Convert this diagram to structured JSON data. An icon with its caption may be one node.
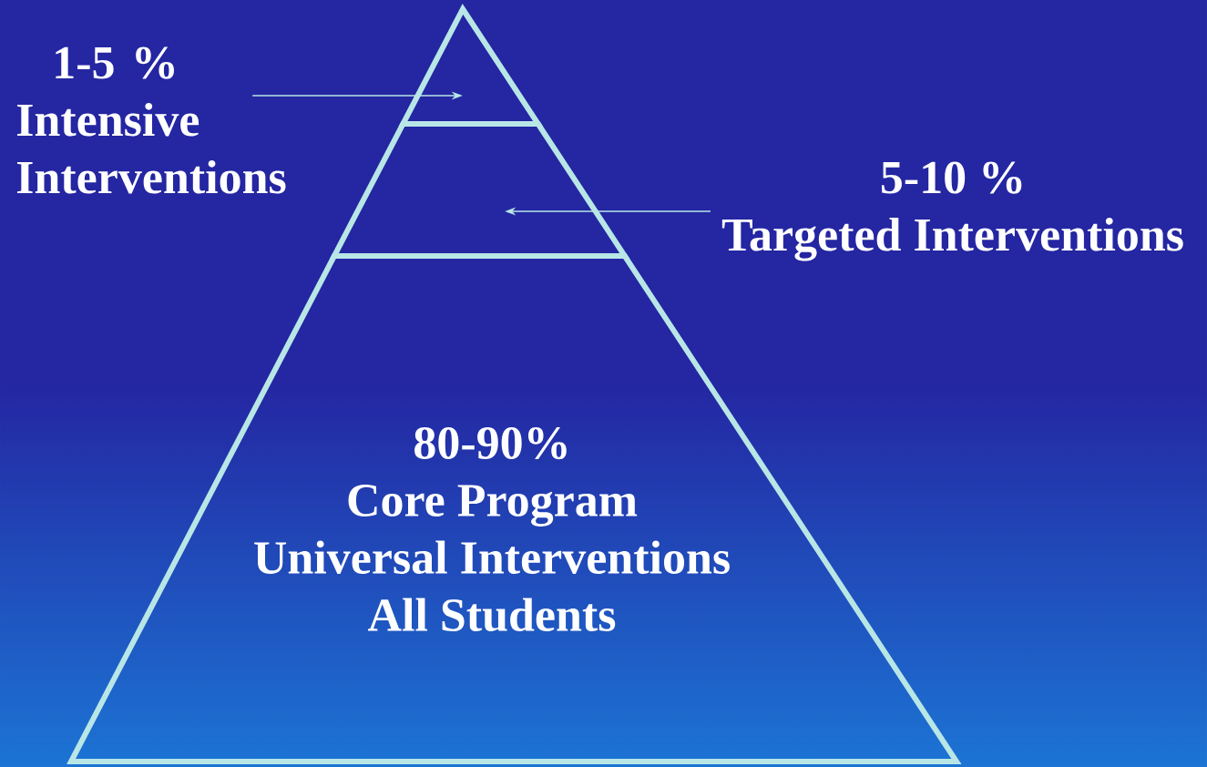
{
  "diagram": {
    "nodes": [
      {
        "text": [
          "1-5 %",
          "Intensive Interventions"
        ]
      },
      {
        "text": [],
        "shape": "triangle"
      },
      {
        "text": [
          "5-10 %",
          "Targeted Interventions"
        ]
      },
      {
        "text": [],
        "shape": "trapezoid"
      },
      {
        "text": [
          "80-90%",
          "Core Program",
          "Universal Interventions",
          "All Students"
        ]
      }
    ],
    "edges": [
      {
        "from": 0,
        "to": 1,
        "arrow": "to"
      },
      {
        "from": 2,
        "to": 3,
        "arrow": "to"
      }
    ]
  }
}
